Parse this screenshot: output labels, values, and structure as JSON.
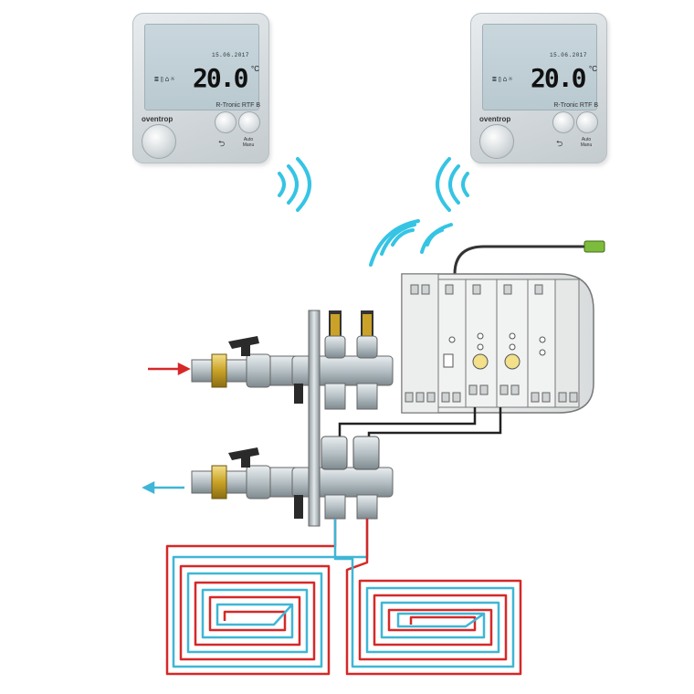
{
  "thermostats": [
    {
      "brand": "oventrop",
      "model": "R-Tronic RTF B",
      "date": "15.06.2017",
      "temperature": "20.0",
      "unit": "°C",
      "icons": "≣▯⌂☼",
      "back_glyph": "⮌",
      "auto_label": "Auto\nManu"
    },
    {
      "brand": "oventrop",
      "model": "R-Tronic RTF B",
      "date": "15.06.2017",
      "temperature": "20.0",
      "unit": "°C",
      "icons": "≣▯⌂☼",
      "back_glyph": "⮌",
      "auto_label": "Auto\nManu"
    }
  ],
  "colors": {
    "supply": "#d62828",
    "return": "#3fb6d6",
    "wireless": "#35c4e4",
    "pipe_steel": "#a9b4ba",
    "brass": "#c9a227",
    "valve_handle": "#2a2a2a"
  }
}
